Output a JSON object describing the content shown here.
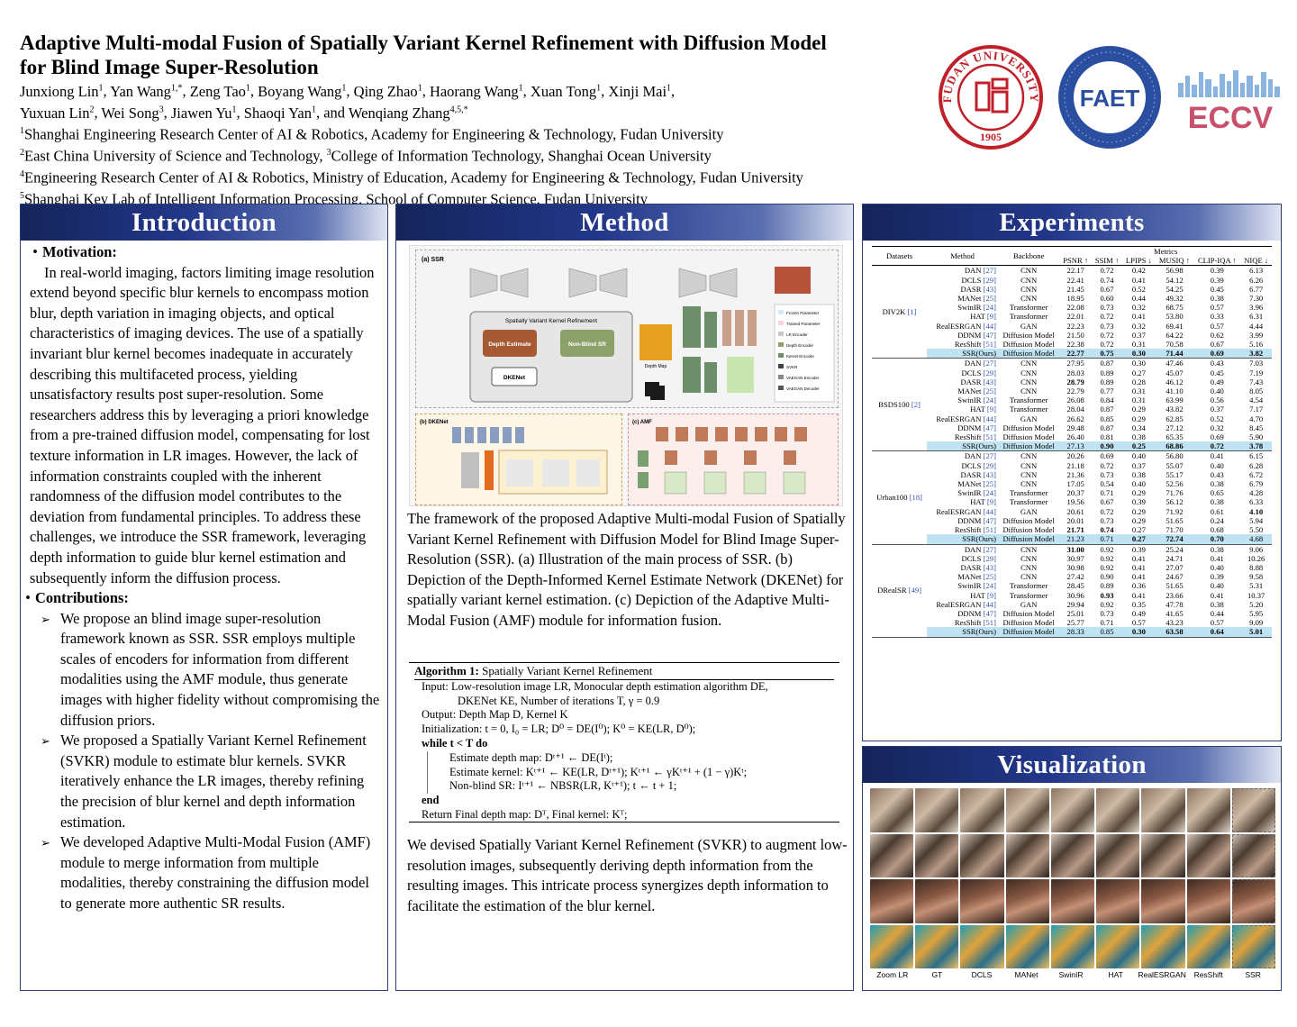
{
  "header": {
    "title_line1": "Adaptive Multi-modal Fusion of Spatially Variant Kernel Refinement with Diffusion Model",
    "title_line2": "for Blind Image Super-Resolution",
    "authors": [
      {
        "name": "Junxiong Lin",
        "sup": "1"
      },
      {
        "name": "Yan Wang",
        "sup": "1,*"
      },
      {
        "name": "Zeng Tao",
        "sup": "1"
      },
      {
        "name": "Boyang Wang",
        "sup": "1"
      },
      {
        "name": "Qing Zhao",
        "sup": "1"
      },
      {
        "name": "Haorang Wang",
        "sup": "1"
      },
      {
        "name": "Xuan Tong",
        "sup": "1"
      },
      {
        "name": "Xinji Mai",
        "sup": "1"
      },
      {
        "name": "Yuxuan Lin",
        "sup": "2"
      },
      {
        "name": "Wei Song",
        "sup": "3"
      },
      {
        "name": "Jiawen Yu",
        "sup": "1"
      },
      {
        "name": "Shaoqi Yan",
        "sup": "1"
      },
      {
        "name": "Wenqiang Zhang",
        "sup": "4,5,*"
      }
    ],
    "affiliations": {
      "a1": "Shanghai Engineering Research Center of AI & Robotics, Academy for Engineering & Technology, Fudan University",
      "a2": "East China University of Science and Technology, ",
      "a3": "College of Information Technology, Shanghai Ocean University",
      "a4": "Engineering Research Center of AI & Robotics, Ministry of Education, Academy for Engineering & Technology, Fudan University",
      "a5": "Shanghai Key Lab of Intelligent Information Processing, School of Computer Science, Fudan University"
    },
    "logos": {
      "fudan_text": "FUDAN UNIVERSITY",
      "fudan_year": "1905",
      "faet_text": "FAET",
      "eccv_text": "ECCV"
    }
  },
  "introduction": {
    "heading": "Introduction",
    "motivation_label": "Motivation:",
    "motivation_text": "In real-world imaging, factors limiting image resolution extend beyond specific blur kernels to encompass motion blur, depth variation in imaging objects, and optical characteristics of imaging devices. The use of a spatially invariant blur kernel becomes inadequate in accurately describing this multifaceted process, yielding unsatisfactory results post super-resolution. Some researchers address this by leveraging a priori knowledge from a pre-trained diffusion model, compensating for lost texture information in LR images. However, the lack of information constraints coupled with the inherent randomness of the diffusion model contributes to the deviation from fundamental principles. To address these challenges, we introduce the SSR framework, leveraging depth information to guide blur kernel estimation and subsequently inform the diffusion process.",
    "contributions_label": "Contributions:",
    "contributions": [
      "We propose an blind image super-resolution framework known as SSR. SSR employs multiple scales of encoders for information from different modalities using the AMF module, thus generate images with higher fidelity without compromising the diffusion priors.",
      "We proposed a Spatially Variant Kernel Refinement (SVKR) module to estimate blur kernels. SVKR iteratively enhance the LR images, thereby refining the precision of blur kernel and depth information estimation.",
      "We developed Adaptive Multi-Modal Fusion (AMF) module to merge information from multiple modalities, thereby constraining the diffusion model to generate more authentic SR results."
    ]
  },
  "method": {
    "heading": "Method",
    "figure_labels": {
      "a": "(a) SSR",
      "b": "(b) DKENet",
      "c": "(c) AMF",
      "svkr": "Spatially Variant Kernel Refinement",
      "depth_est": "Depth Estimate",
      "nonblind": "Non-Blind SR",
      "dkenet": "DKENet",
      "depth_map": "Depth Map",
      "legend": [
        "Frozen Parameter",
        "Trained Parameter",
        "LR Encoder",
        "Depth Encoder",
        "Kernel Encoder",
        "SVKR",
        "VAEGAN Encoder",
        "VAEGAN Decoder"
      ]
    },
    "caption": "The framework of the proposed Adaptive Multi-modal Fusion of Spatially Variant Kernel Refinement with Diffusion Model for Blind Image Super-Resolution (SSR). (a) Illustration of the main process of SSR. (b) Depiction of the Depth-Informed Kernel Estimate Network (DKENet) for spatially variant kernel estimation. (c) Depiction of the Adaptive Multi-Modal Fusion (AMF) module for information fusion.",
    "algorithm": {
      "title_bold": "Algorithm 1:",
      "title_rest": " Spatially Variant Kernel Refinement",
      "lines": [
        "Input: Low-resolution image LR, Monocular depth estimation algorithm DE,",
        "DKENet KE, Number of iterations T, γ = 0.9",
        "Output: Depth Map D, Kernel K",
        "Initialization: t = 0, I₀ = LR;  D⁰ = DE(I⁰);  K⁰ = KE(LR, D⁰);",
        "while t < T do",
        "Estimate depth map: Dᵗ⁺¹ ← DE(Iᵗ);",
        "Estimate kernel: Kᵗ⁺¹ ← KE(LR, Dᵗ⁺¹);  Kᵗ⁺¹ ← γKᵗ⁺¹ + (1 − γ)Kᵗ;",
        "Non-blind SR: Iᵗ⁺¹ ← NBSR(LR, Kᵗ⁺¹);  t ← t + 1;",
        "end",
        "Return Final depth map: Dᵀ, Final kernel: Kᵀ;"
      ]
    },
    "text2": "We devised Spatially Variant Kernel Refinement (SVKR) to augment low-resolution images, subsequently deriving depth information from the resulting images. This intricate process synergizes depth information to facilitate the estimation of the blur kernel."
  },
  "experiments": {
    "heading": "Experiments",
    "col_datasets": "Datasets",
    "col_method": "Method",
    "col_backbone": "Backbone",
    "col_metrics": "Metrics",
    "metric_headers": [
      "PSNR ↑",
      "SSIM ↑",
      "LPIPS ↓",
      "MUSIQ ↑",
      "CLIP-IQA ↑",
      "NIQE ↓"
    ],
    "groups": [
      {
        "dataset": "DIV2K",
        "ref": "[1]",
        "rows": [
          {
            "method": "DAN",
            "ref": "[27]",
            "backbone": "CNN",
            "v": [
              "22.17",
              "0.72",
              "0.42",
              "56.98",
              "0.39",
              "6.13"
            ]
          },
          {
            "method": "DCLS",
            "ref": "[29]",
            "backbone": "CNN",
            "v": [
              "22.41",
              "0.74",
              "0.41",
              "54.12",
              "0.39",
              "6.26"
            ]
          },
          {
            "method": "DASR",
            "ref": "[43]",
            "backbone": "CNN",
            "v": [
              "21.45",
              "0.67",
              "0.52",
              "54.25",
              "0.45",
              "6.77"
            ]
          },
          {
            "method": "MANet",
            "ref": "[25]",
            "backbone": "CNN",
            "v": [
              "18.95",
              "0.60",
              "0.44",
              "49.32",
              "0.38",
              "7.30"
            ]
          },
          {
            "method": "SwinIR",
            "ref": "[24]",
            "backbone": "Transformer",
            "v": [
              "22.08",
              "0.73",
              "0.32",
              "68.75",
              "0.57",
              "3.96"
            ]
          },
          {
            "method": "HAT",
            "ref": "[9]",
            "backbone": "Transformer",
            "v": [
              "22.01",
              "0.72",
              "0.41",
              "53.80",
              "0.33",
              "6.31"
            ]
          },
          {
            "method": "RealESRGAN",
            "ref": "[44]",
            "backbone": "GAN",
            "v": [
              "22.23",
              "0.73",
              "0.32",
              "69.41",
              "0.57",
              "4.44"
            ]
          },
          {
            "method": "DDNM",
            "ref": "[47]",
            "backbone": "Diffusion Model",
            "v": [
              "21.50",
              "0.72",
              "0.37",
              "64.22",
              "0.62",
              "3.99"
            ]
          },
          {
            "method": "ResShift",
            "ref": "[51]",
            "backbone": "Diffusion Model",
            "v": [
              "22.38",
              "0.72",
              "0.31",
              "70.58",
              "0.67",
              "5.16"
            ]
          },
          {
            "method": "SSR(Ours)",
            "ref": "",
            "backbone": "Diffusion Model",
            "v": [
              "22.77",
              "0.75",
              "0.30",
              "71.44",
              "0.69",
              "3.82"
            ],
            "ours": true
          }
        ]
      },
      {
        "dataset": "BSDS100",
        "ref": "[2]",
        "rows": [
          {
            "method": "DAN",
            "ref": "[27]",
            "backbone": "CNN",
            "v": [
              "27.95",
              "0.87",
              "0.30",
              "47.46",
              "0.43",
              "7.03"
            ]
          },
          {
            "method": "DCLS",
            "ref": "[29]",
            "backbone": "CNN",
            "v": [
              "28.03",
              "0.89",
              "0.27",
              "45.07",
              "0.45",
              "7.19"
            ]
          },
          {
            "method": "DASR",
            "ref": "[43]",
            "backbone": "CNN",
            "v": [
              "28.79",
              "0.89",
              "0.28",
              "46.12",
              "0.49",
              "7.43"
            ]
          },
          {
            "method": "MANet",
            "ref": "[25]",
            "backbone": "CNN",
            "v": [
              "22.79",
              "0.77",
              "0.31",
              "41.10",
              "0.40",
              "8.05"
            ]
          },
          {
            "method": "SwinIR",
            "ref": "[24]",
            "backbone": "Transformer",
            "v": [
              "26.08",
              "0.84",
              "0.31",
              "63.99",
              "0.56",
              "4.54"
            ]
          },
          {
            "method": "HAT",
            "ref": "[9]",
            "backbone": "Transformer",
            "v": [
              "28.04",
              "0.87",
              "0.29",
              "43.82",
              "0.37",
              "7.17"
            ]
          },
          {
            "method": "RealESRGAN",
            "ref": "[44]",
            "backbone": "GAN",
            "v": [
              "26.62",
              "0.85",
              "0.29",
              "62.85",
              "0.52",
              "4.70"
            ]
          },
          {
            "method": "DDNM",
            "ref": "[47]",
            "backbone": "Diffusion Model",
            "v": [
              "29.48",
              "0.87",
              "0.34",
              "27.12",
              "0.32",
              "8.45"
            ]
          },
          {
            "method": "ResShift",
            "ref": "[51]",
            "backbone": "Diffusion Model",
            "v": [
              "26.40",
              "0.81",
              "0.38",
              "65.35",
              "0.69",
              "5.90"
            ]
          },
          {
            "method": "SSR(Ours)",
            "ref": "",
            "backbone": "Diffusion Model",
            "v": [
              "27.13",
              "0.90",
              "0.25",
              "68.86",
              "0.72",
              "3.78"
            ],
            "ours": true
          }
        ]
      },
      {
        "dataset": "Urban100",
        "ref": "[18]",
        "rows": [
          {
            "method": "DAN",
            "ref": "[27]",
            "backbone": "CNN",
            "v": [
              "20.26",
              "0.69",
              "0.40",
              "56.80",
              "0.41",
              "6.15"
            ]
          },
          {
            "method": "DCLS",
            "ref": "[29]",
            "backbone": "CNN",
            "v": [
              "21.18",
              "0.72",
              "0.37",
              "55.07",
              "0.40",
              "6.28"
            ]
          },
          {
            "method": "DASR",
            "ref": "[43]",
            "backbone": "CNN",
            "v": [
              "21.36",
              "0.73",
              "0.38",
              "55.17",
              "0.43",
              "6.72"
            ]
          },
          {
            "method": "MANet",
            "ref": "[25]",
            "backbone": "CNN",
            "v": [
              "17.05",
              "0.54",
              "0.40",
              "52.56",
              "0.38",
              "6.79"
            ]
          },
          {
            "method": "SwinIR",
            "ref": "[24]",
            "backbone": "Transformer",
            "v": [
              "20.37",
              "0.71",
              "0.29",
              "71.76",
              "0.65",
              "4.28"
            ]
          },
          {
            "method": "HAT",
            "ref": "[9]",
            "backbone": "Transformer",
            "v": [
              "19.56",
              "0.67",
              "0.39",
              "56.12",
              "0.38",
              "6.33"
            ]
          },
          {
            "method": "RealESRGAN",
            "ref": "[44]",
            "backbone": "GAN",
            "v": [
              "20.61",
              "0.72",
              "0.29",
              "71.92",
              "0.61",
              "4.10"
            ]
          },
          {
            "method": "DDNM",
            "ref": "[47]",
            "backbone": "Diffusion Model",
            "v": [
              "20.01",
              "0.73",
              "0.29",
              "51.65",
              "0.24",
              "5.94"
            ]
          },
          {
            "method": "ResShift",
            "ref": "[51]",
            "backbone": "Diffusion Model",
            "v": [
              "21.71",
              "0.74",
              "0.27",
              "71.70",
              "0.68",
              "5.50"
            ]
          },
          {
            "method": "SSR(Ours)",
            "ref": "",
            "backbone": "Diffusion Model",
            "v": [
              "21.23",
              "0.71",
              "0.27",
              "72.74",
              "0.70",
              "4.68"
            ],
            "ours": true
          }
        ]
      },
      {
        "dataset": "DRealSR",
        "ref": "[49]",
        "rows": [
          {
            "method": "DAN",
            "ref": "[27]",
            "backbone": "CNN",
            "v": [
              "31.00",
              "0.92",
              "0.39",
              "25.24",
              "0.38",
              "9.06"
            ]
          },
          {
            "method": "DCLS",
            "ref": "[29]",
            "backbone": "CNN",
            "v": [
              "30.97",
              "0.92",
              "0.41",
              "24.71",
              "0.41",
              "10.26"
            ]
          },
          {
            "method": "DASR",
            "ref": "[43]",
            "backbone": "CNN",
            "v": [
              "30.98",
              "0.92",
              "0.41",
              "27.07",
              "0.40",
              "8.88"
            ]
          },
          {
            "method": "MANet",
            "ref": "[25]",
            "backbone": "CNN",
            "v": [
              "27.42",
              "0.90",
              "0.41",
              "24.67",
              "0.39",
              "9.58"
            ]
          },
          {
            "method": "SwinIR",
            "ref": "[24]",
            "backbone": "Transformer",
            "v": [
              "28.45",
              "0.89",
              "0.36",
              "51.65",
              "0.40",
              "5.31"
            ]
          },
          {
            "method": "HAT",
            "ref": "[9]",
            "backbone": "Transformer",
            "v": [
              "30.96",
              "0.93",
              "0.41",
              "23.66",
              "0.41",
              "10.37"
            ]
          },
          {
            "method": "RealESRGAN",
            "ref": "[44]",
            "backbone": "GAN",
            "v": [
              "29.94",
              "0.92",
              "0.35",
              "47.78",
              "0.38",
              "5.20"
            ]
          },
          {
            "method": "DDNM",
            "ref": "[47]",
            "backbone": "Diffusion Model",
            "v": [
              "25.01",
              "0.73",
              "0.49",
              "41.65",
              "0.44",
              "5.95"
            ]
          },
          {
            "method": "ResShift",
            "ref": "[51]",
            "backbone": "Diffusion Model",
            "v": [
              "25.77",
              "0.71",
              "0.57",
              "43.23",
              "0.57",
              "9.09"
            ]
          },
          {
            "method": "SSR(Ours)",
            "ref": "",
            "backbone": "Diffusion Model",
            "v": [
              "28.33",
              "0.85",
              "0.30",
              "63.58",
              "0.64",
              "5.01"
            ],
            "ours": true
          }
        ]
      }
    ]
  },
  "visualization": {
    "heading": "Visualization",
    "labels": [
      "Zoom LR",
      "GT",
      "DCLS",
      "MANet",
      "SwinIR",
      "HAT",
      "RealESRGAN",
      "ResShift",
      "SSR"
    ]
  },
  "colors": {
    "panel_border": "#2a3f7a",
    "heading_dark": "#15245a",
    "ours_row": "#bfe3f2",
    "fudan_red": "#c0202a",
    "faet_blue": "#2a4ea0"
  }
}
